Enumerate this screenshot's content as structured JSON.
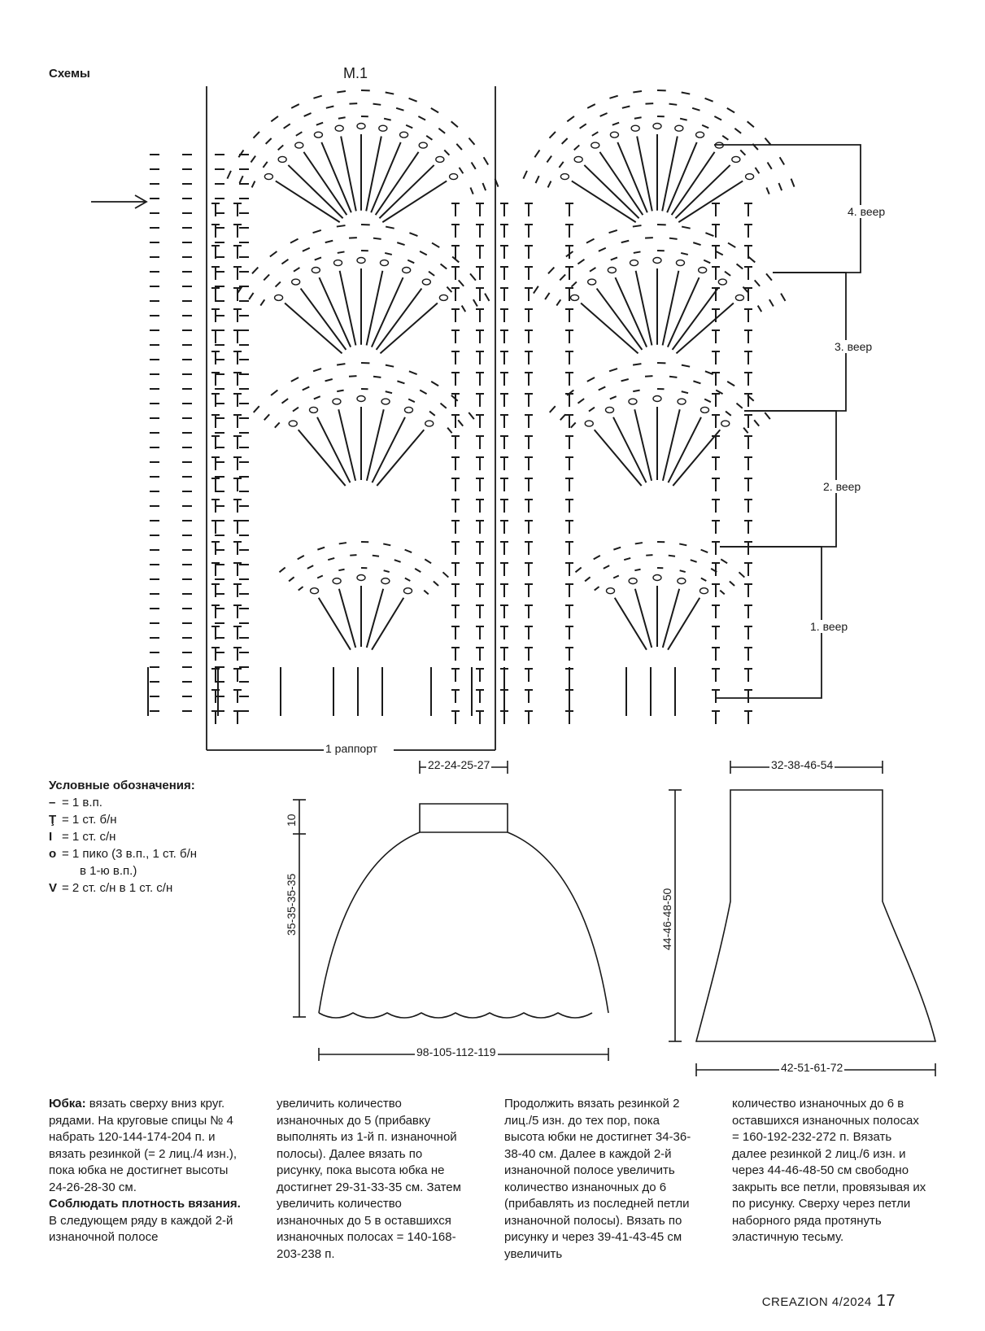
{
  "schemes_title": "Схемы",
  "chart_title": "М.1",
  "repeat_label": "1 раппорт",
  "fan_labels": [
    "4. веер",
    "3. веер",
    "2. веер",
    "1. веер"
  ],
  "legend": {
    "title": "Условные обозначения:",
    "items": [
      {
        "symbol": "–",
        "text": "= 1 в.п."
      },
      {
        "symbol": "Ţ",
        "text": "= 1 ст. б/н"
      },
      {
        "symbol": "I",
        "text": "= 1 ст. с/н"
      },
      {
        "symbol": "o",
        "text": "= 1 пико (3 в.п., 1 ст. б/н"
      },
      {
        "symbol": "",
        "text": "в 1-ю в.п.)"
      },
      {
        "symbol": "V",
        "text": "= 2 ст. с/н в 1 ст. с/н"
      }
    ]
  },
  "skirt_dims": {
    "top": "22-24-25-27",
    "yoke": "10",
    "height": "35-35-35-35",
    "bottom": "98-105-112-119"
  },
  "skirt2_dims": {
    "top": "32-38-46-54",
    "height": "44-46-48-50",
    "bottom": "42-51-61-72"
  },
  "text_columns": {
    "col1_bold": "Юбка:",
    "col1_a": " вязать сверху вниз круг. рядами. На круговые спицы № 4 набрать 120-144-174-204 п. и вязать резинкой (= 2 лиц./4 изн.), пока юбка не достигнет высоты 24-26-28-30 см.",
    "col1_bold2": "Соблюдать плотность вязания.",
    "col1_b": "В следующем ряду в каждой 2-й изнаночной полосе",
    "col2": "увеличить количество изнаночных до 5 (прибавку выполнять из 1-й п. изнаночной полосы). Далее вязать по рисунку, пока высота юбка не достигнет 29-31-33-35 см. Затем увеличить количество изнаночных до 5 в оставшихся изнаночных полосах = 140-168-203-238 п.",
    "col3": "Продолжить вязать резинкой 2 лиц./5 изн. до тех пор, пока высота юбки не достигнет 34-36-38-40 см. Далее в каждой 2-й изнаночной полосе увеличить количество изнаночных до 6 (прибавлять из последней петли изнаночной полосы). Вязать по рисунку и через 39-41-43-45 см увеличить",
    "col4": "количество изнаночных до 6 в оставшихся изнаночных полосах = 160-192-232-272 п. Вязать далее резинкой 2 лиц./6 изн. и через 44-46-48-50 см свободно закрыть все петли, провязывая их по рисунку. Сверху через петли наборного ряда протянуть эластичную тесьму."
  },
  "footer": {
    "magazine": "CREAZION 4/2024",
    "page": "17"
  }
}
